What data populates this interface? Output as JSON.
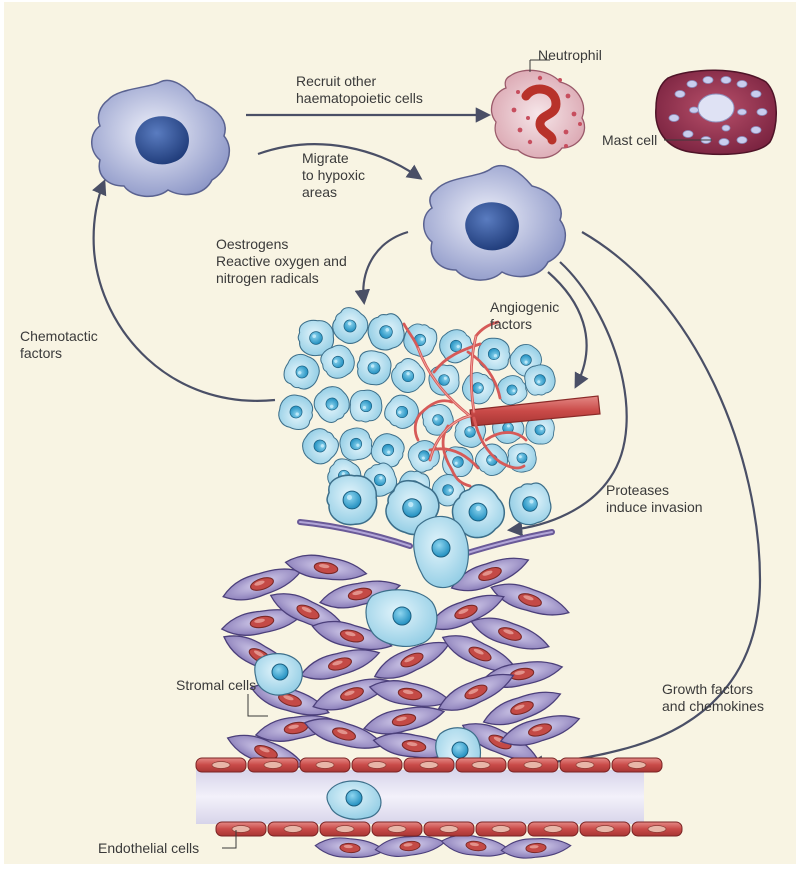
{
  "labels": {
    "neutrophil": "Neutrophil",
    "recruit": "Recruit other\nhaematopoietic cells",
    "mast_cell": "Mast cell",
    "migrate": "Migrate\nto hypoxic\nareas",
    "oestrogens": "Oestrogens\nReactive oxygen and\nnitrogen radicals",
    "chemotactic": "Chemotactic\nfactors",
    "angiogenic": "Angiogenic\nfactors",
    "proteases": "Proteases\ninduce invasion",
    "stromal": "Stromal cells",
    "growth": "Growth factors\nand chemokines",
    "endothelial": "Endothelial cells"
  },
  "colors": {
    "background": "#f8f4e3",
    "macrophage": "#a9b3d8",
    "macrophage_nucleus": "#2c4f92",
    "tumour_cell": "#a8d9ec",
    "tumour_nucleus": "#2aa0cc",
    "vessel_red": "#d45a58",
    "stromal_cell": "#8a7cb5",
    "mast_cell": "#9c3550",
    "arrow": "#4a4f66"
  },
  "icons": [
    "macrophage-cell",
    "neutrophil-cell",
    "mast-cell",
    "tumour-cell",
    "stromal-cell",
    "blood-vessel"
  ]
}
